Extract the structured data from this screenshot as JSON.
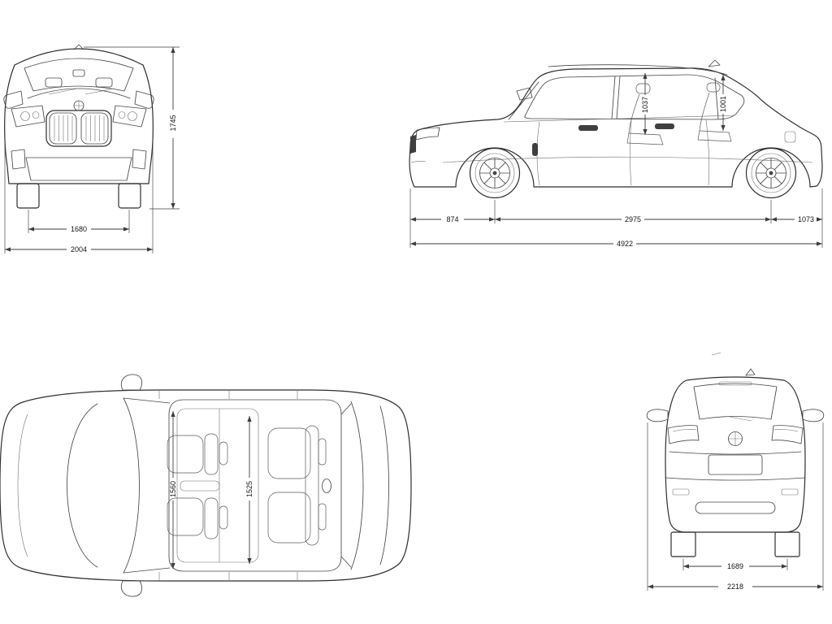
{
  "style": {
    "line_color": "#2f2f2f",
    "dimension_color": "#3d3d3d",
    "background": "#ffffff"
  },
  "dims": {
    "front_view": {
      "overall_height": "1745",
      "front_track": "1680",
      "body_width": "2004"
    },
    "side_view": {
      "front_overhang": "874",
      "wheelbase": "2975",
      "rear_overhang": "1073",
      "overall_length": "4922",
      "front_headroom": "1037",
      "rear_headroom": "1001"
    },
    "top_view": {
      "front_interior_width": "1560",
      "rear_interior_width": "1525"
    },
    "rear_view": {
      "rear_track": "1689",
      "overall_width_mirrors": "2218"
    }
  }
}
